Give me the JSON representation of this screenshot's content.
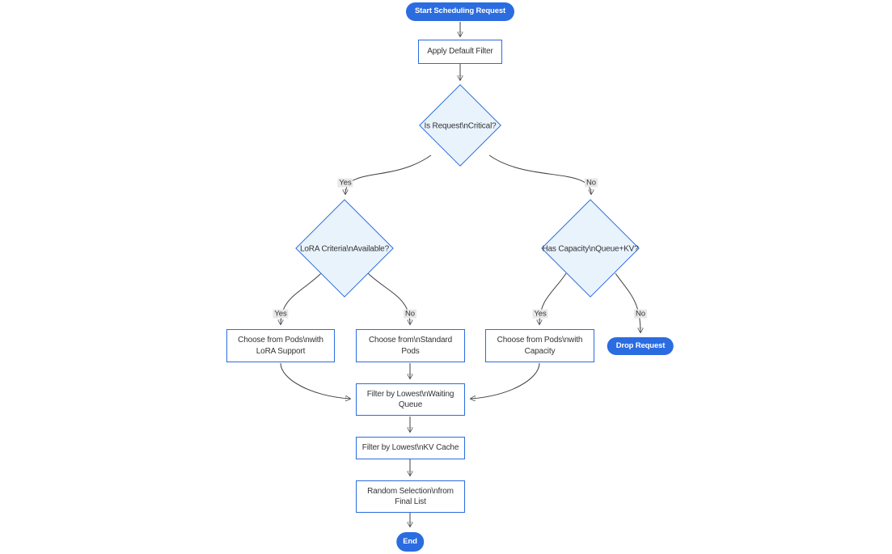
{
  "colors": {
    "accent": "#2b6ce0",
    "decision_fill": "#e9f3fc",
    "node_fill": "#ffffff",
    "edge": "#404040",
    "label_bg": "#e8e8e8",
    "text": "#333333",
    "pill_text": "#ffffff"
  },
  "diagram": {
    "type": "flowchart",
    "nodes": {
      "start": {
        "label": "Start Scheduling Request",
        "shape": "pill"
      },
      "apply_filter": {
        "label": "Apply Default Filter",
        "shape": "rect"
      },
      "is_critical": {
        "label": "Is Request\\nCritical?",
        "shape": "diamond"
      },
      "lora_criteria": {
        "label": "LoRA Criteria\\nAvailable?",
        "shape": "diamond"
      },
      "has_capacity": {
        "label": "Has Capacity\\nQueue+KV?",
        "shape": "diamond"
      },
      "choose_lora_pods": {
        "label": "Choose from Pods\\nwith LoRA Support",
        "shape": "rect"
      },
      "choose_standard_pods": {
        "label": "Choose from\\nStandard Pods",
        "shape": "rect"
      },
      "choose_capacity_pods": {
        "label": "Choose from Pods\\nwith Capacity",
        "shape": "rect"
      },
      "drop_request": {
        "label": "Drop Request",
        "shape": "pill"
      },
      "filter_waiting_queue": {
        "label": "Filter by Lowest\\nWaiting Queue",
        "shape": "rect"
      },
      "filter_kv_cache": {
        "label": "Filter by Lowest\\nKV Cache",
        "shape": "rect"
      },
      "random_selection": {
        "label": "Random Selection\\nfrom Final List",
        "shape": "rect"
      },
      "end": {
        "label": "End",
        "shape": "pill"
      }
    },
    "edge_labels": {
      "critical_yes": "Yes",
      "critical_no": "No",
      "lora_yes": "Yes",
      "lora_no": "No",
      "capacity_yes": "Yes",
      "capacity_no": "No"
    }
  }
}
